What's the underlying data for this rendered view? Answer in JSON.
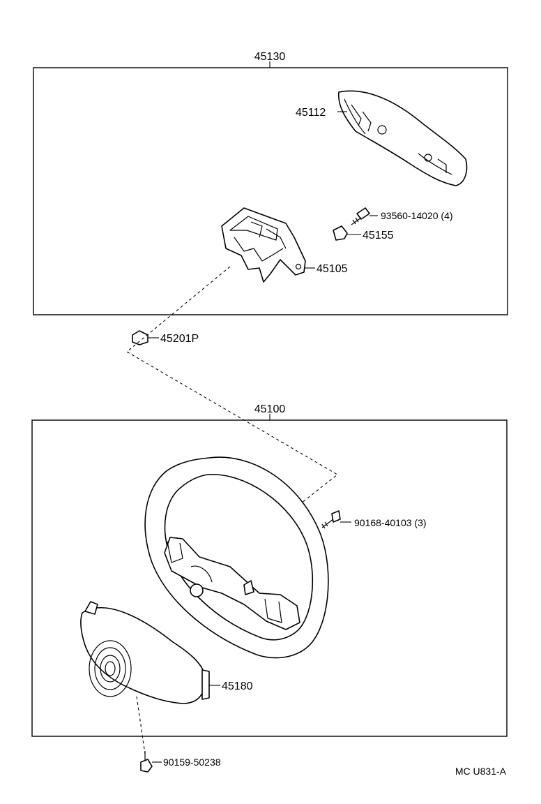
{
  "assemblies": [
    {
      "id": "upper",
      "label": "45130"
    },
    {
      "id": "lower",
      "label": "45100"
    }
  ],
  "parts": [
    {
      "id": "p45112",
      "label": "45112"
    },
    {
      "id": "p93560",
      "label": "93560-14020 (4)"
    },
    {
      "id": "p45155",
      "label": "45155"
    },
    {
      "id": "p45105",
      "label": "45105"
    },
    {
      "id": "p45201p",
      "label": "45201P"
    },
    {
      "id": "p90168",
      "label": "90168-40103 (3)"
    },
    {
      "id": "p45180",
      "label": "45180"
    },
    {
      "id": "p90159",
      "label": "90159-50238"
    }
  ],
  "footer": {
    "code": "MC U831-A"
  }
}
